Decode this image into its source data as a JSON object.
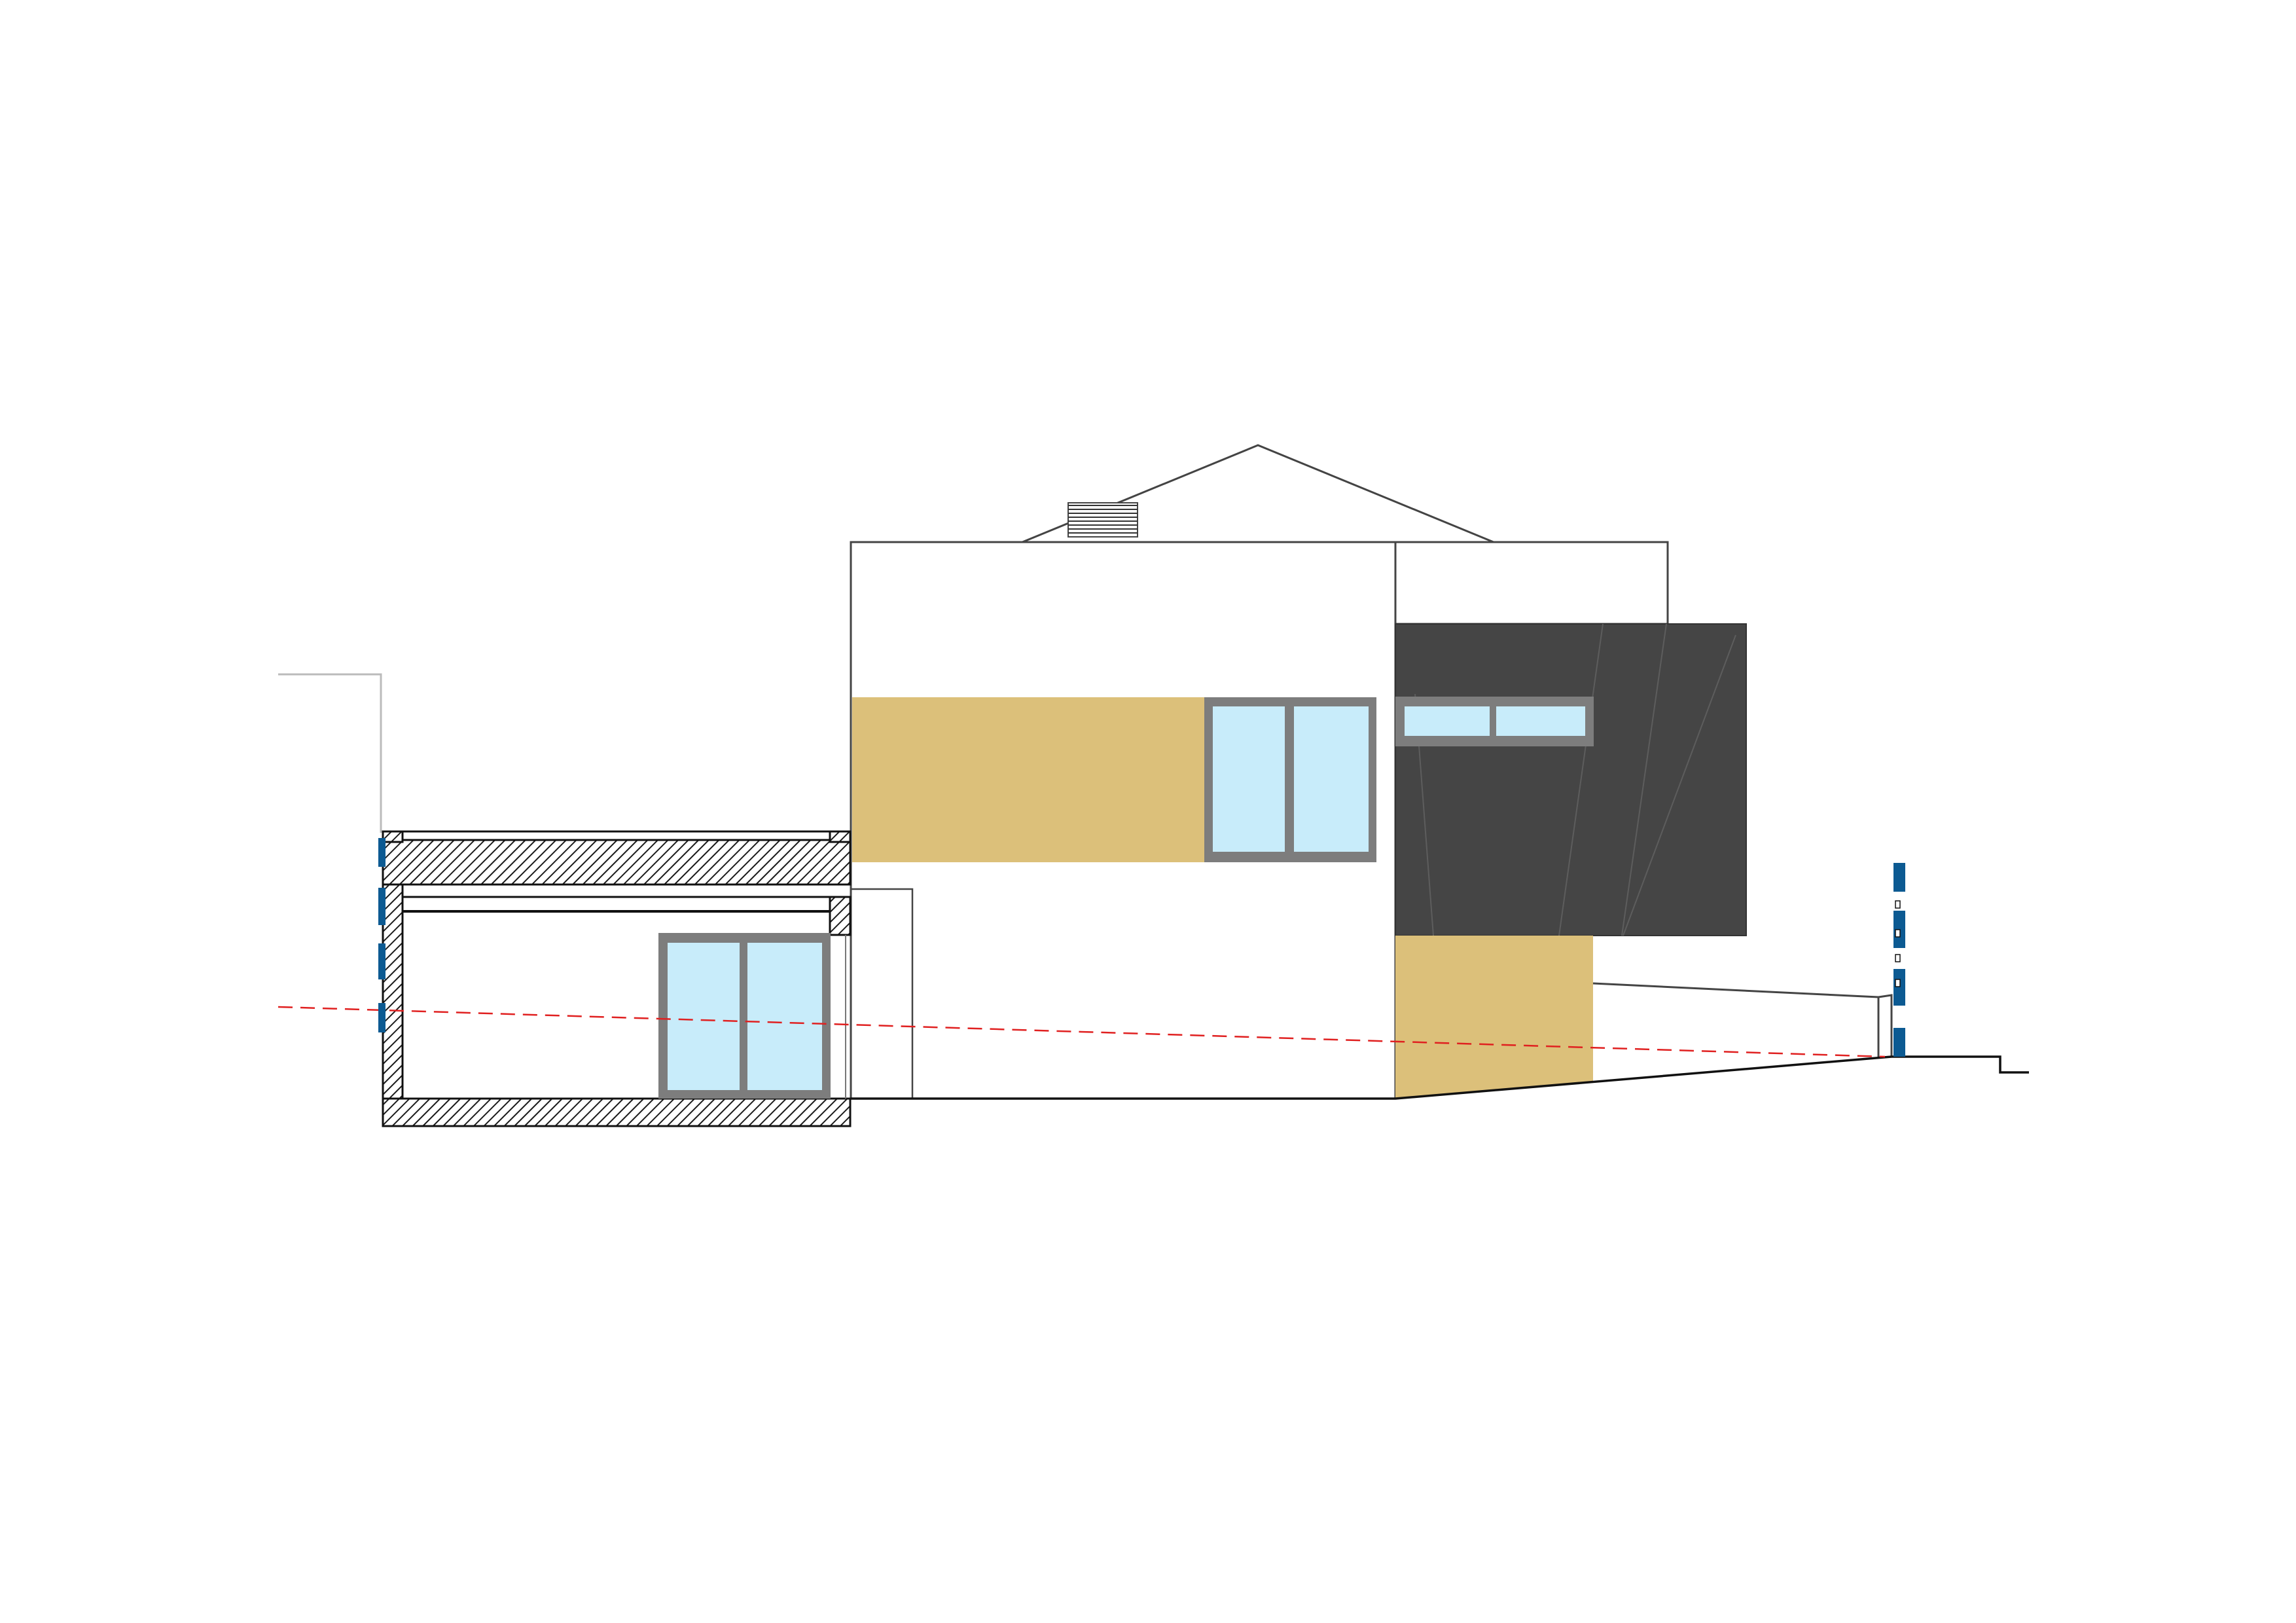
{
  "colors": {
    "background": "#ffffff",
    "outline": "#444444",
    "light_outline": "#bbbbbb",
    "ocher_cladding": "#dcc07a",
    "dark_cladding": "#454545",
    "window_frame": "#7d7d7d",
    "glass": "#c8ecfa",
    "section_hatch": "#1a1a1a",
    "marker_blue": "#0c5a92",
    "ground_level_line": "#e02020"
  },
  "elements": {
    "roof": "pitched-roof-outline",
    "vent": "louvered-roof-vent",
    "garage": "hatched-section-garage",
    "cladding_upper": "ocher-cladding-band",
    "cladding_lower": "ocher-cladding-panel",
    "dark_block": "dark-cantilever-volume",
    "ground_line": "dashed-ground-reference-line",
    "markers": "section-marker-glyphs"
  }
}
